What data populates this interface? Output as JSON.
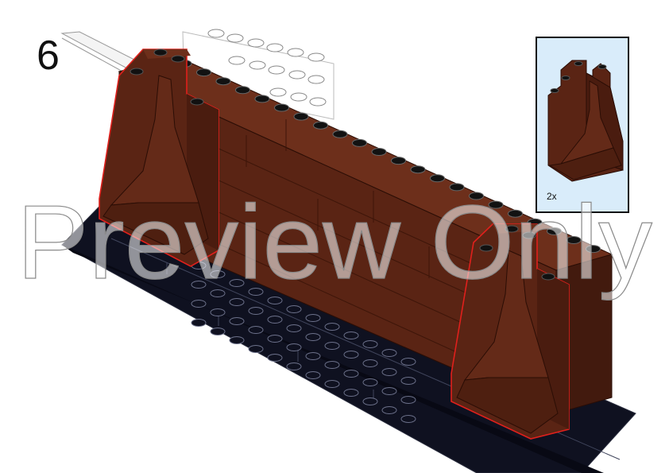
{
  "instruction": {
    "step_number": "6",
    "callout": {
      "quantity": "2x"
    }
  },
  "watermark": {
    "text": "Preview Only"
  },
  "colors": {
    "brick_brown": "#5a2414",
    "brick_brown_light": "#6d2f1b",
    "brick_brown_dark": "#421a0e",
    "highlight_red": "#e0201c",
    "baseplate": "#0f1120",
    "callout_bg": "#d9ecfa"
  }
}
